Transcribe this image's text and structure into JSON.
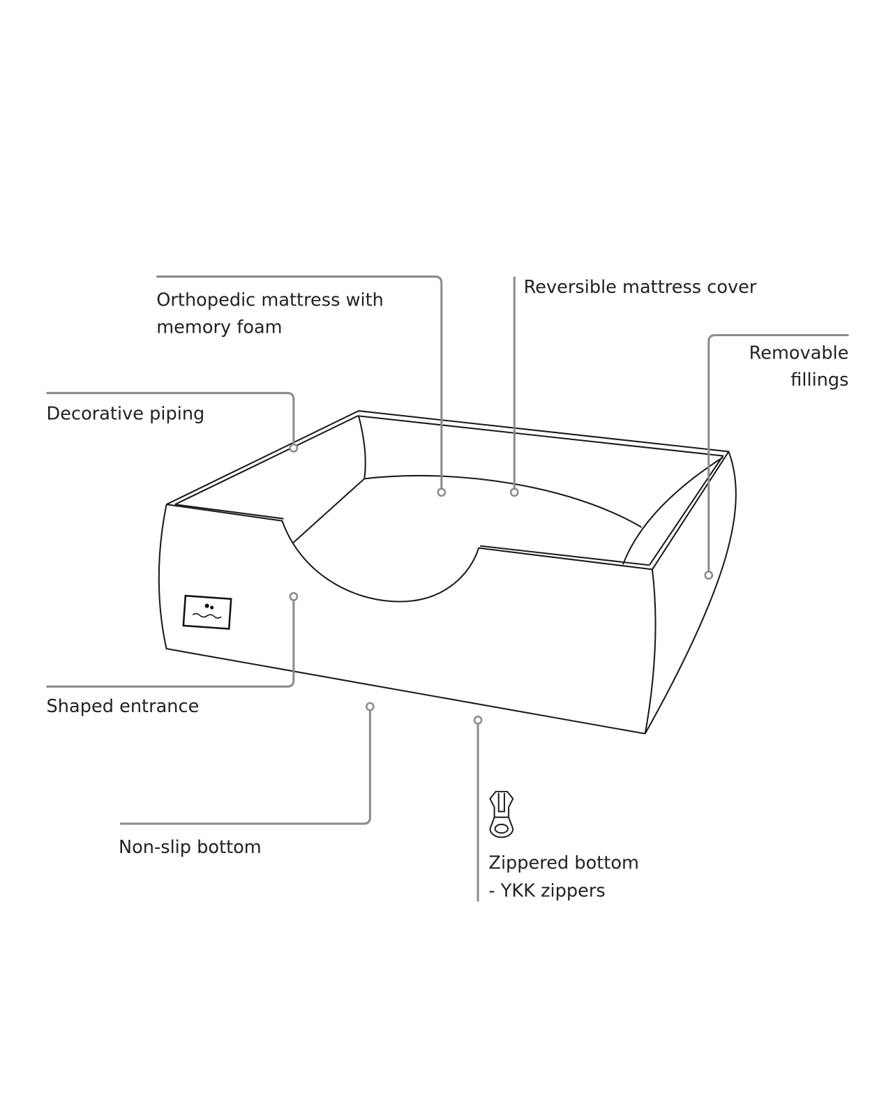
{
  "callouts": {
    "orthopedic": {
      "line1": "Orthopedic mattress with",
      "line2": "memory foam"
    },
    "reversible": {
      "line1": "Reversible mattress cover"
    },
    "removable": {
      "line1": "Removable",
      "line2": "fillings"
    },
    "decorative": {
      "line1": "Decorative piping"
    },
    "shaped": {
      "line1": "Shaped entrance"
    },
    "nonslip": {
      "line1": "Non-slip bottom"
    },
    "zippered": {
      "line1": "Zippered bottom",
      "line2": "- YKK zippers"
    }
  },
  "colors": {
    "line": "#8c8c8c",
    "text": "#222222",
    "outline": "#1a1a1a"
  }
}
